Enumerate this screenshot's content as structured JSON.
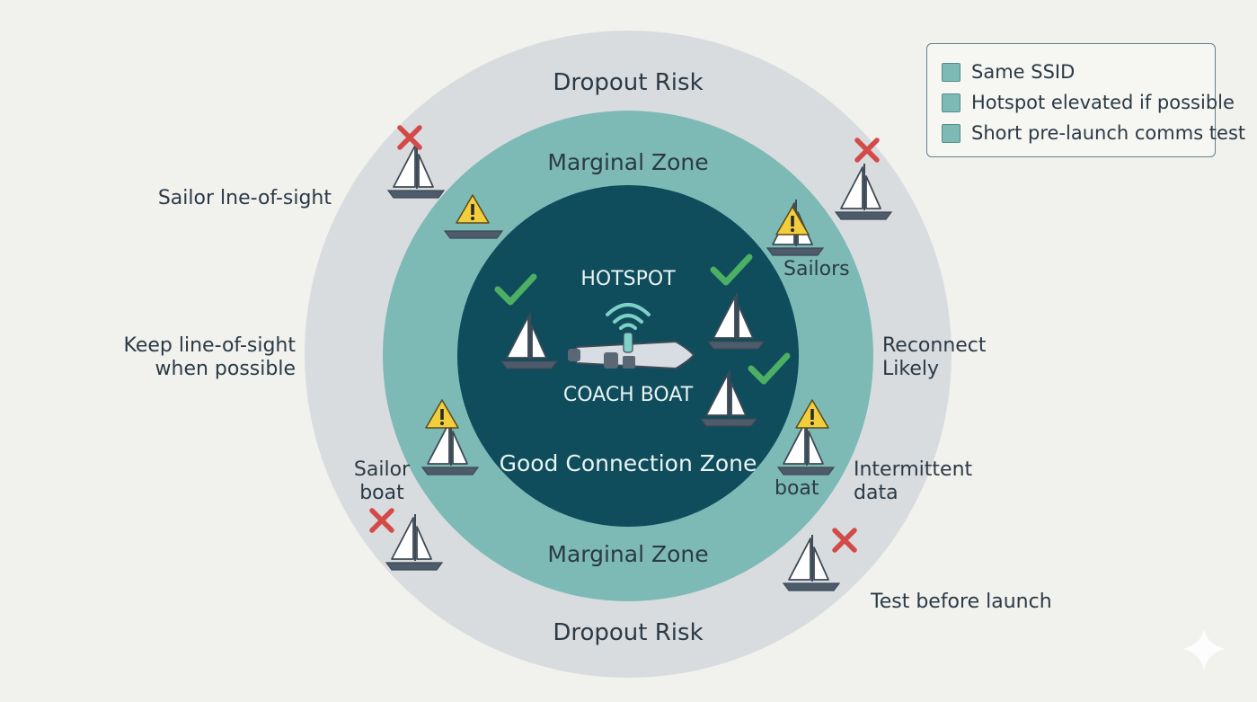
{
  "zones": {
    "outer_top": "Dropout Risk",
    "outer_bottom": "Dropout Risk",
    "middle_top": "Marginal Zone",
    "middle_bottom": "Marginal Zone",
    "inner": "Good Connection Zone"
  },
  "center": {
    "hotspot_label": "HOTSPOT",
    "coach_label": "COACH BOAT"
  },
  "annotations": {
    "sailor_los": "Sailor lne-of-sight",
    "keep_los_1": "Keep line-of-sight",
    "keep_los_2": "when possible",
    "sailors": "Sailors",
    "reconnect_1": "Reconnect",
    "reconnect_2": "Likely",
    "sailor_boat_1": "Sailor",
    "sailor_boat_2": "boat",
    "boat": "boat",
    "intermittent_1": "Intermittent",
    "intermittent_2": "data",
    "test_launch": "Test before launch"
  },
  "legend": {
    "items": [
      "Same SSID",
      "Hotspot elevated if possible",
      "Short pre-launch comms test"
    ]
  },
  "colors": {
    "outer_ring": "#d9dcdf",
    "middle_ring": "#7dbab6",
    "inner_circle": "#0f4c5c",
    "check": "#4caf63",
    "warning": "#f2cd3c",
    "cross": "#d24b48"
  }
}
